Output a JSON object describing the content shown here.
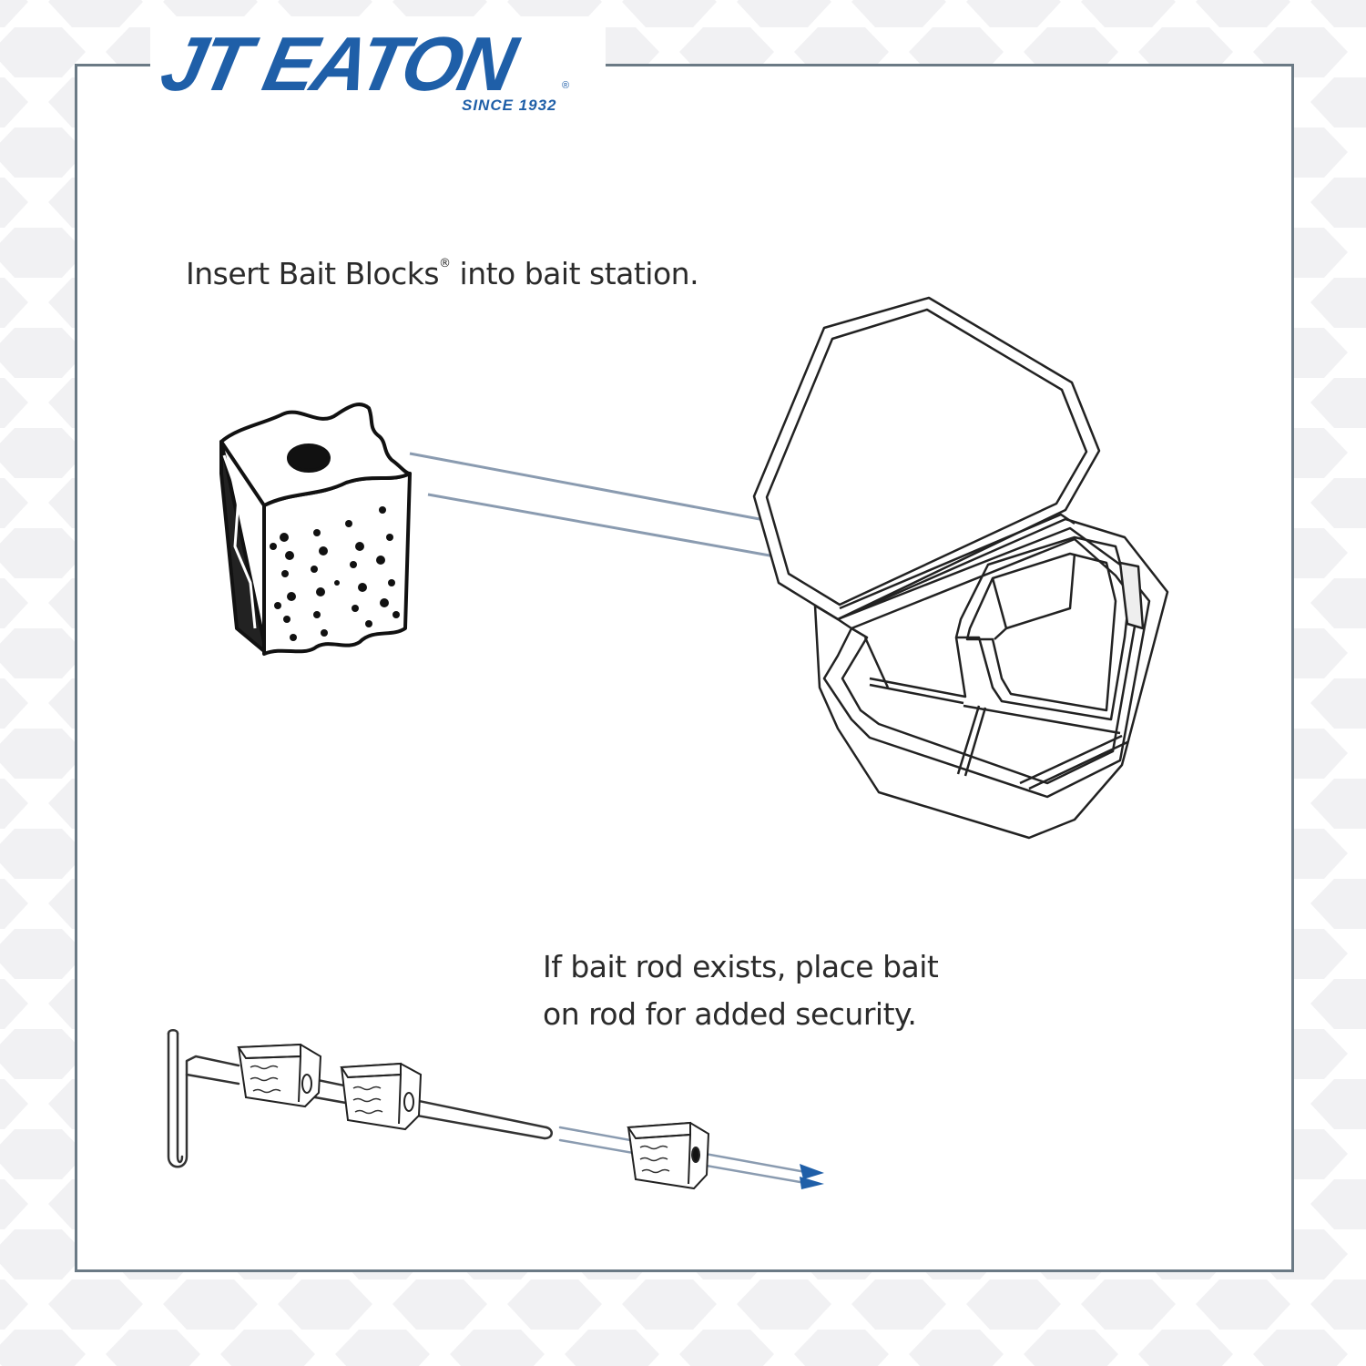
{
  "brand": {
    "name": "JT EATON",
    "registered_mark": "®",
    "tagline": "SINCE 1932",
    "color": "#1f5fa8"
  },
  "instructions": {
    "step_1": {
      "text_before": "Insert Bait Blocks",
      "mark": "®",
      "text_after": " into bait station."
    },
    "step_2": {
      "line_1": "If bait rod exists, place bait",
      "line_2": "on rod for added security."
    }
  },
  "illustrations": {
    "bait_block": "bait-block-icon",
    "bait_station": "bait-station-icon",
    "bait_rod": "bait-rod-icon",
    "arrow_color": "#1f5fa8",
    "arrow_line_color": "#8a9bb0"
  },
  "colors": {
    "frame_border": "#6b7a85",
    "background_pattern": "#f0f0f2",
    "text": "#2b2b2b"
  }
}
